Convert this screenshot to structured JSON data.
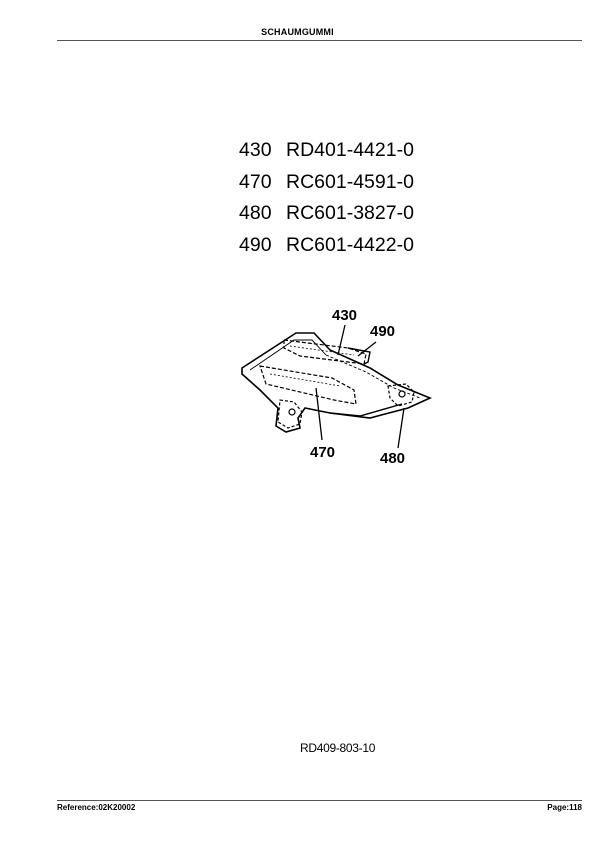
{
  "header": {
    "title": "SCHAUMGUMMI"
  },
  "parts": [
    {
      "pos": "430",
      "number": "RD401-4421-0"
    },
    {
      "pos": "470",
      "number": "RC601-4591-0"
    },
    {
      "pos": "480",
      "number": "RC601-3827-0"
    },
    {
      "pos": "490",
      "number": "RC601-4422-0"
    }
  ],
  "diagram": {
    "callouts": {
      "c430": "430",
      "c490": "490",
      "c470": "470",
      "c480": "480"
    }
  },
  "drawing_ref": "RD409-803-10",
  "footer": {
    "reference": "Reference:02K20002",
    "page": "Page:118"
  }
}
